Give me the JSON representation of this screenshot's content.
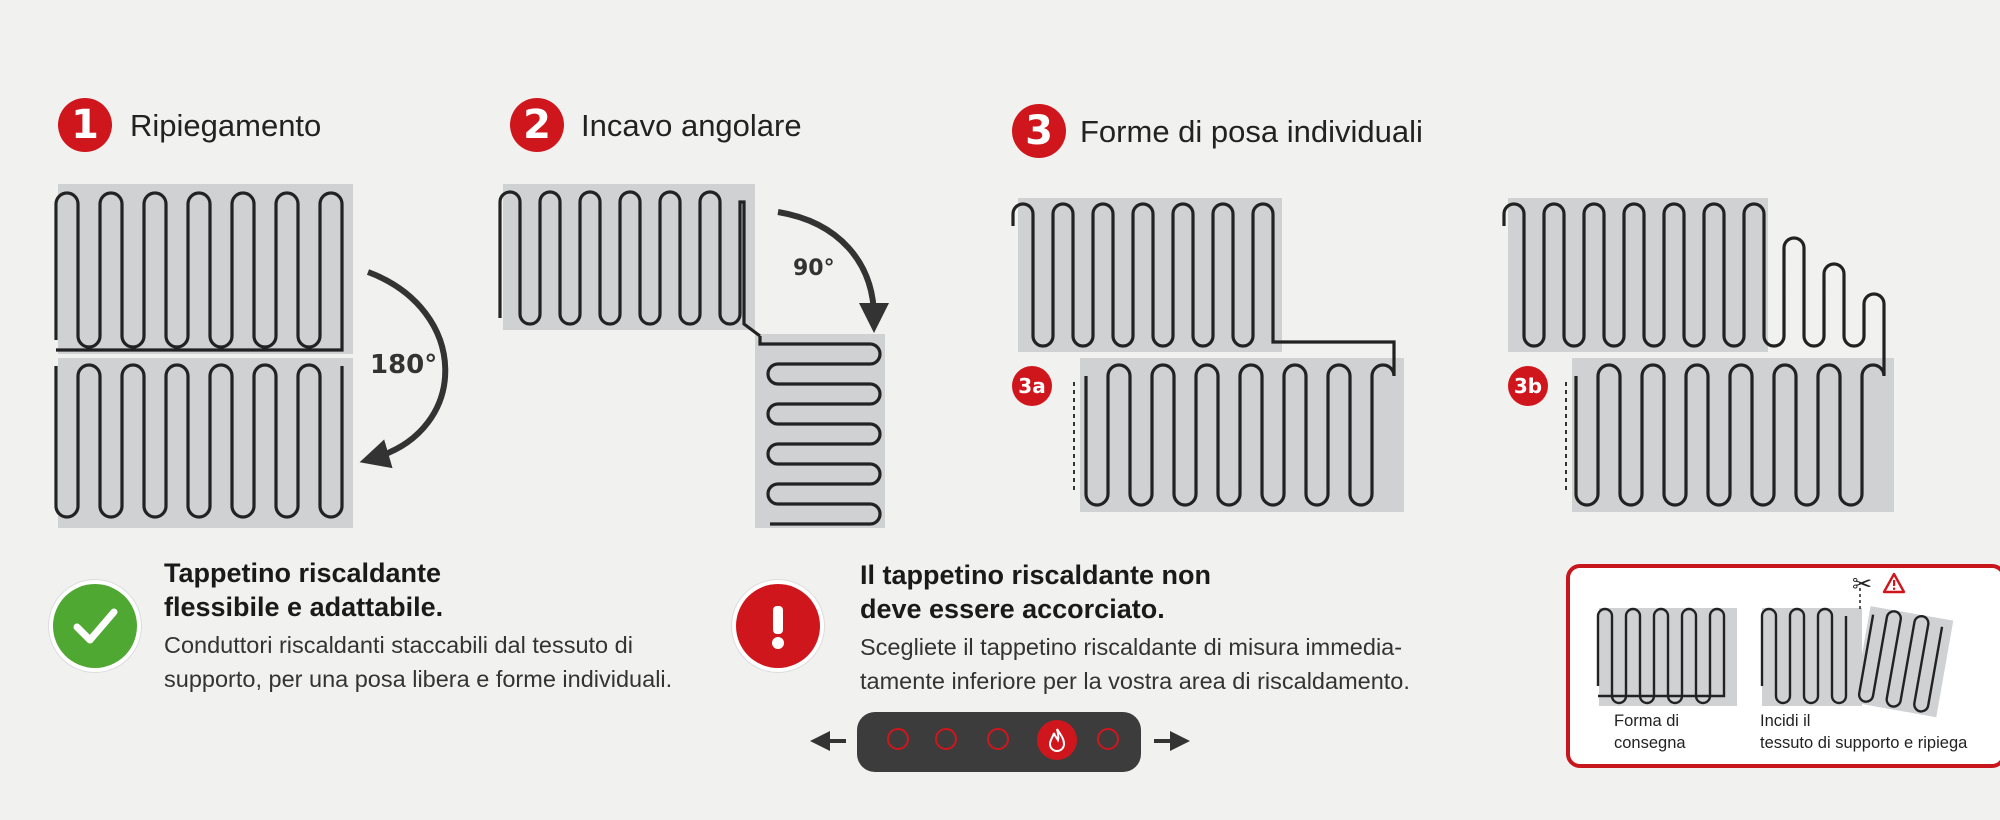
{
  "steps": [
    {
      "number": "1",
      "title": "Ripiegamento"
    },
    {
      "number": "2",
      "title": "Incavo angolare"
    },
    {
      "number": "3",
      "title": "Forme di posa individuali"
    }
  ],
  "angles": {
    "fold": "180°",
    "corner": "90°"
  },
  "sub_badges": {
    "a": "3a",
    "b": "3b"
  },
  "benefit": {
    "title_lines": [
      "Tappetino riscaldante",
      "flessibile e adattabile."
    ],
    "body_lines": [
      "Conduttori riscaldanti staccabili dal tessuto di",
      "supporto, per una posa libera e forme individuali."
    ]
  },
  "warning": {
    "title_lines": [
      "Il tappetino riscaldante non",
      "deve essere accorciato."
    ],
    "body_lines": [
      "Scegliete il tappetino riscaldante di misura immedia-",
      "tamente inferiore per la vostra area di riscaldamento."
    ]
  },
  "warning_box": {
    "label_delivery": [
      "Forma di",
      "consegna"
    ],
    "label_cut": [
      "Incidi il",
      "tessuto di supporto e ripiega"
    ]
  },
  "colors": {
    "accent_red": "#d0161d",
    "check_green": "#4ea832",
    "mat_gray": "#cfd1d3",
    "wire": "#222222",
    "dial_dark": "#3c3c3c"
  },
  "icons": [
    "check-icon",
    "exclamation-icon",
    "scissors-icon",
    "warning-triangle-icon",
    "flame-icon",
    "arrow-left-icon",
    "arrow-right-icon"
  ]
}
